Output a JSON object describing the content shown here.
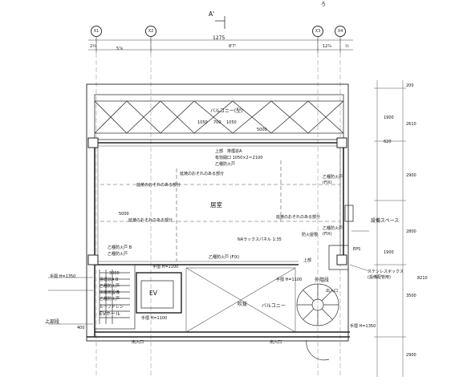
{
  "section_marker": "A'",
  "page_corner_mark": "ろ",
  "axes": [
    "X1",
    "X2",
    "X3",
    "X4"
  ],
  "overall_dim": "1275",
  "dims_top": [
    "2½",
    "5⅞",
    "8'7'",
    "12¾",
    "½"
  ],
  "right_dims": [
    "200",
    "1900",
    "2610",
    "620",
    "2900",
    "2800",
    "3500",
    "2900",
    "1900",
    "8210"
  ],
  "labels": {
    "balcony_top": "バルコニー(型)",
    "open_top": "吹抜",
    "balcony_dims": [
      "1050",
      "700",
      "1050",
      "5000"
    ],
    "top_door": "上部　排煙窓A",
    "top_door_size": "有効開口 1050×2＝2100",
    "top_door_type": "乙種防火戸",
    "glass_part_1": "延焼のおそれのある部分",
    "glass_part_2": "延焼のおそれのある部分",
    "glass_part_3": "延焼のおそれのある部分",
    "glass_part_4": "延焼のおそれのある部分",
    "room": "居室",
    "room_dim": "5000",
    "door_fix_right": "乙種防火戸\n(FIX)",
    "door_fix_right_2": "乙種防火戸\n(FIX)",
    "equipment_space": "設備スペース",
    "na_panel": "NAラックスパネル 1:35",
    "eps": "EPS",
    "stainless_box": "ステンレスボックス\n(設備配管用)",
    "door_fix_bottom": "乙種防火戸 (FIX)",
    "mid_door_1": "乙種防火戸 B",
    "mid_door_2": "乙種防火戸",
    "stair_label": "外階段",
    "fireproof_roof": "防火屋根",
    "upper_door": "上部",
    "ev": "EV",
    "stairwell_1": "排煙窓A B",
    "stairwell_2": "乙種防火戸",
    "hall": "EVホール",
    "void": "吹抜",
    "balcony_bottom": "バルコニー",
    "rail_1": "手摺 H=1100",
    "rail_2": "手摺 H=1100",
    "rail_3": "手摺 H=1100",
    "rail_4": "手摺 H=1350",
    "handrail_left": "手摺 H=1350",
    "left_note_1": "床暖房設備",
    "left_note_2": "乙種防火戸",
    "roof_drain": "ルーフドレン",
    "upper_stair": "上部段",
    "entrance_1": "出入口",
    "entrance_2": "出入口",
    "entrance_3": "出入口",
    "dim_3000": "3000",
    "dim_400": "400"
  },
  "colors": {
    "line": "#333333",
    "faint": "#9a9a9a",
    "ink": "#111111"
  }
}
